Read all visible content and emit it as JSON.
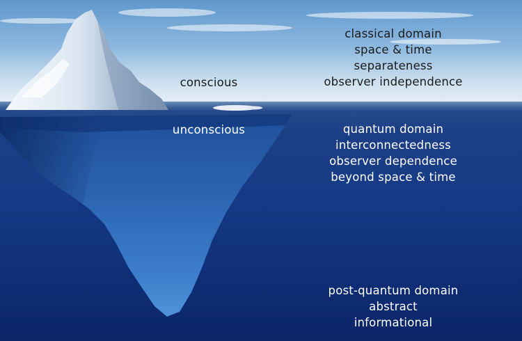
{
  "labels": {
    "conscious": "conscious",
    "unconscious": "unconscious",
    "classical": [
      "classical domain",
      "space & time",
      "separateness",
      "observer independence"
    ],
    "quantum": [
      "quantum domain",
      "interconnectedness",
      "observer dependence",
      "beyond space & time"
    ],
    "post_quantum": [
      "post-quantum domain",
      "abstract",
      "informational"
    ]
  },
  "colors": {
    "sky": "#8db8df",
    "sea": "#163a86",
    "ice_above": "#e9f1f8",
    "ice_below": "#2c5fae",
    "text_above": "#1a1a1a",
    "text_below": "#ffffff"
  }
}
